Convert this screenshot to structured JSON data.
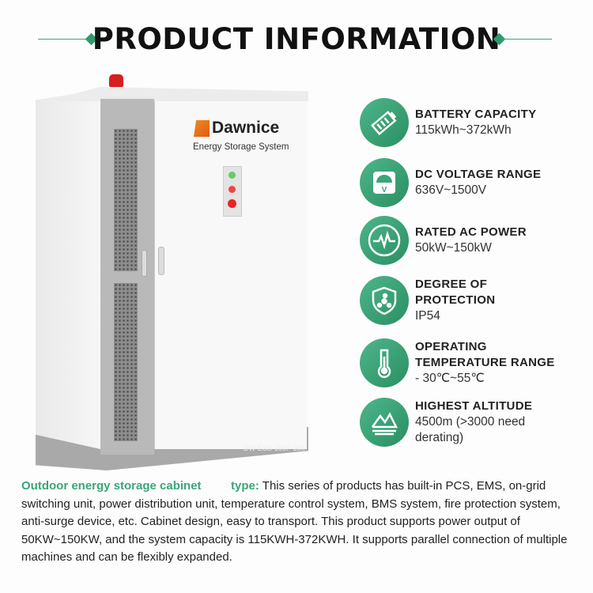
{
  "header": {
    "title": "PRODUCT INFORMATION"
  },
  "product": {
    "brand": "Dawnice",
    "subtitle": "Energy Storage System",
    "model": "DW-ESS-100P-200"
  },
  "specs": [
    {
      "icon": "battery-icon",
      "title": "BATTERY CAPACITY",
      "value": "115kWh~372kWh"
    },
    {
      "icon": "voltmeter-icon",
      "title": "DC VOLTAGE RANGE",
      "value": "636V~1500V"
    },
    {
      "icon": "pulse-icon",
      "title": "RATED AC POWER",
      "value": "50kW~150kW"
    },
    {
      "icon": "shield-icon",
      "title": "DEGREE OF PROTECTION",
      "value": "IP54"
    },
    {
      "icon": "thermometer-icon",
      "title": "OPERATING TEMPERATURE RANGE",
      "value": "- 30℃~55℃"
    },
    {
      "icon": "mountain-icon",
      "title": "HIGHEST ALTITUDE",
      "value": "4500m (>3000 need derating)"
    }
  ],
  "description": {
    "lead": "Outdoor energy storage cabinet         type:",
    "body": " This series of products has built-in PCS, EMS, on-grid switching unit, power distribution unit, temperature control system, BMS system, fire protection system, anti-surge device, etc. Cabinet design, easy to transport. This product supports power output of 50KW~150KW, and the system capacity is 115KWH-372KWH. It supports parallel connection of multiple machines and can be flexibly expanded."
  },
  "colors": {
    "accent": "#3aa57a",
    "text": "#222222"
  }
}
